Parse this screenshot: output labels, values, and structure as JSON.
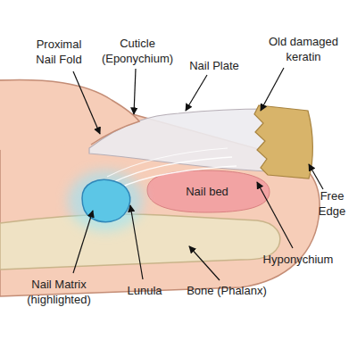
{
  "diagram": {
    "labels": [
      "Proximal Nail Fold",
      "Cuticle (Eponychium)",
      "Nail Plate",
      "Old damaged keratin",
      "Free Edge",
      "Nail bed",
      "Hyponychium",
      "Nail Matrix (highlighted)",
      "Lunula",
      "Bone (Phalanx)"
    ]
  }
}
